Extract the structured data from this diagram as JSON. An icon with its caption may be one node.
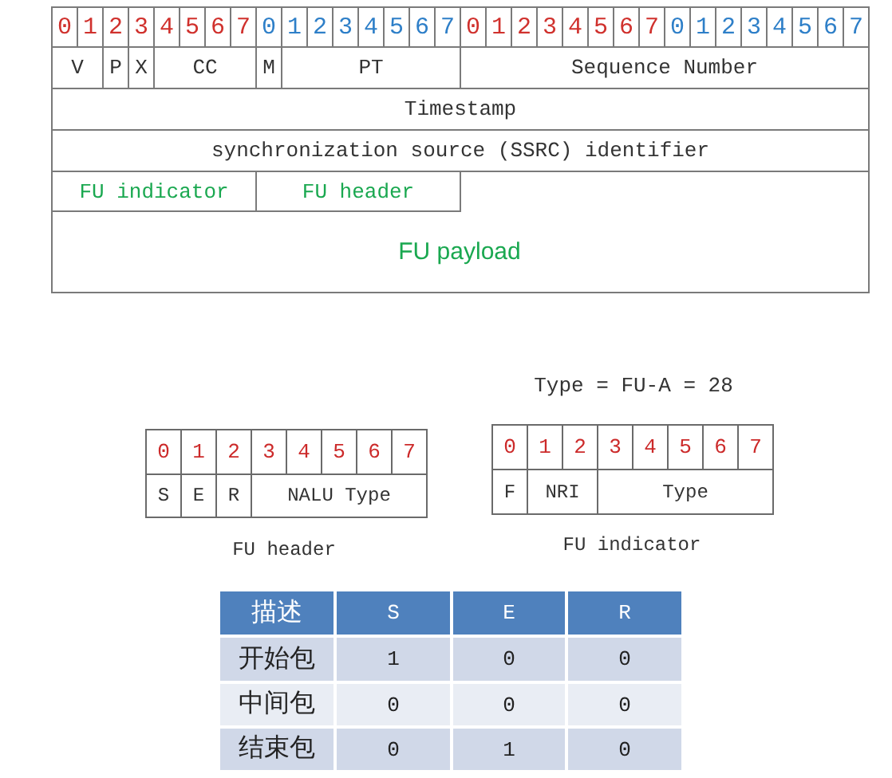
{
  "diagram": {
    "labels": [
      "0",
      "1",
      "2",
      "3",
      "4",
      "5",
      "6",
      "7",
      "0",
      "1",
      "2",
      "3",
      "4",
      "5",
      "6",
      "7",
      "0",
      "1",
      "2",
      "3",
      "4",
      "5",
      "6",
      "7",
      "0",
      "1",
      "2",
      "3",
      "4",
      "5",
      "6",
      "7",
      "V",
      "P",
      "X",
      "CC",
      "M",
      "PT",
      "Sequence Number",
      "Timestamp",
      "synchronization source (SSRC) identifier",
      "FU indicator",
      "FU header",
      "FU payload",
      "Type = FU-A = 28",
      "0",
      "1",
      "2",
      "3",
      "4",
      "5",
      "6",
      "7",
      "S",
      "E",
      "R",
      "NALU Type",
      "FU header",
      "0",
      "1",
      "2",
      "3",
      "4",
      "5",
      "6",
      "7",
      "F",
      "NRI",
      "Type",
      "FU indicator",
      "描述",
      "S",
      "E",
      "R",
      "开始包",
      "1",
      "0",
      "0",
      "中间包",
      "0",
      "0",
      "0",
      "结束包",
      "0",
      "1",
      "0"
    ]
  }
}
